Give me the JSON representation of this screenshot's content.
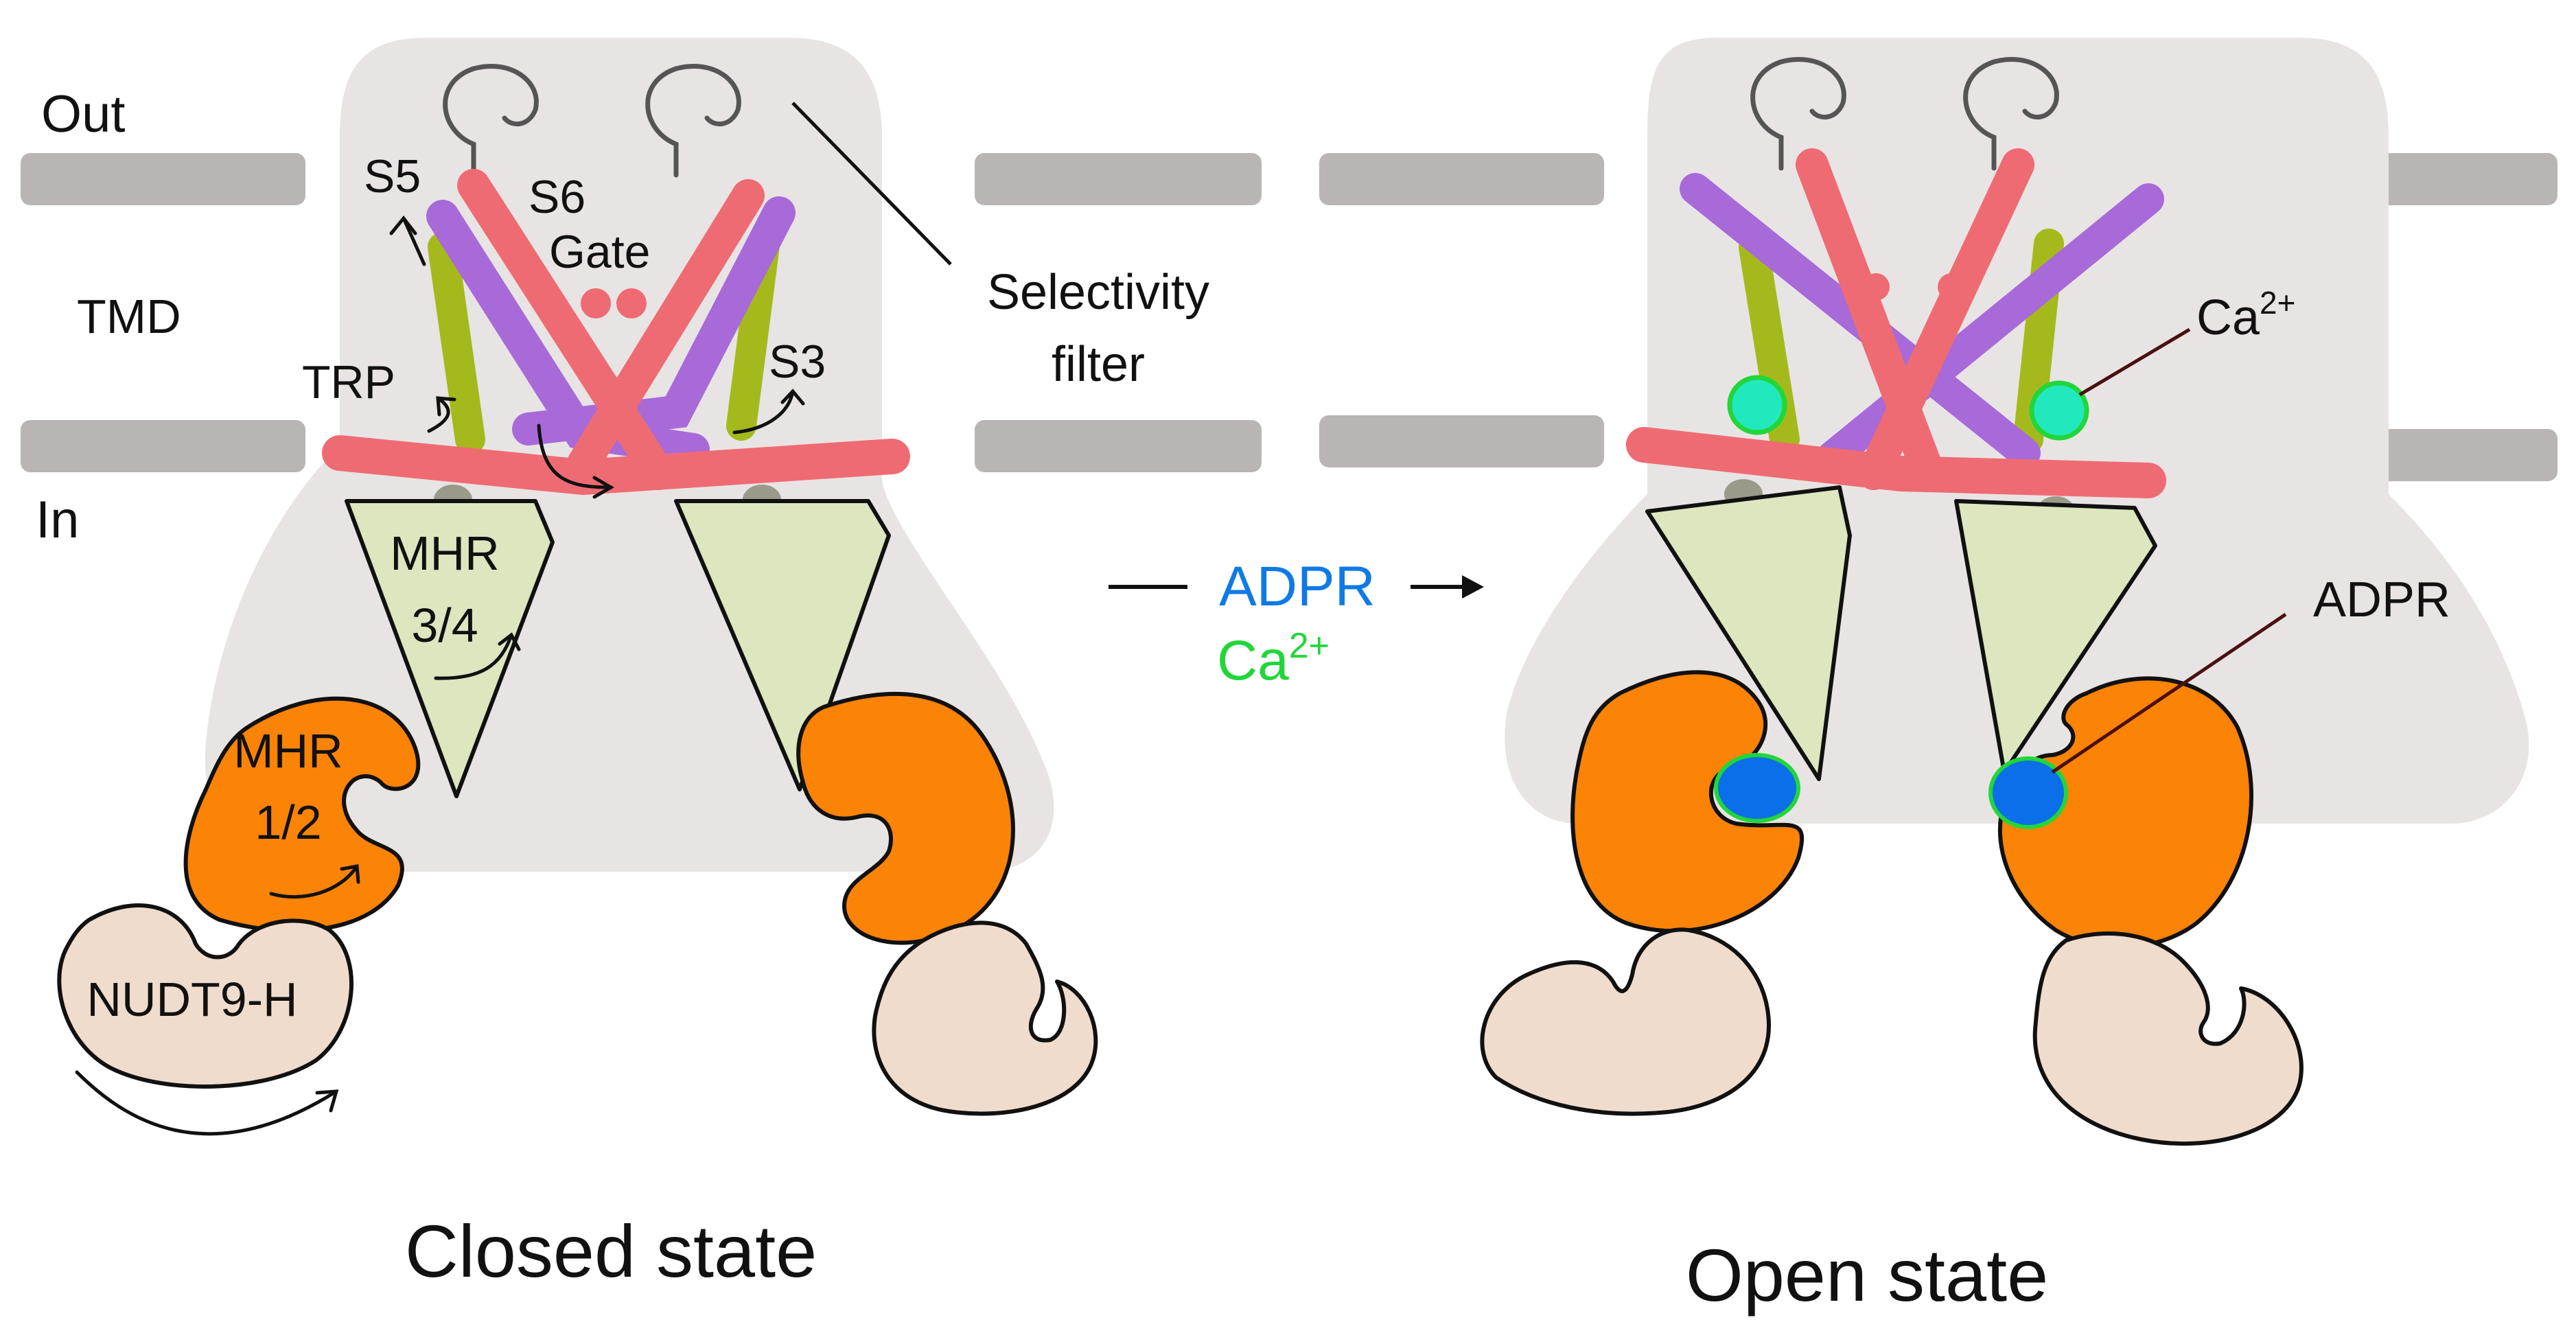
{
  "labels": {
    "out": "Out",
    "tmd": "TMD",
    "in": "In",
    "s5": "S5",
    "s6": "S6",
    "gate": "Gate",
    "trp": "TRP",
    "s3": "S3",
    "selectivity_line1": "Selectivity",
    "selectivity_line2": "filter",
    "mhr34_line1": "MHR",
    "mhr34_line2": "3/4",
    "mhr12_line1": "MHR",
    "mhr12_line2": "1/2",
    "nudt9h": "NUDT9-H",
    "closed_state": "Closed state",
    "open_state": "Open state",
    "transition_adpr": "ADPR",
    "transition_ca": "Ca",
    "transition_ca_sup": "2+",
    "ca_label": "Ca",
    "ca_label_sup": "2+",
    "adpr_label": "ADPR"
  },
  "colors": {
    "membrane": "#b9b5b5",
    "envelope": "#e8e4e4",
    "s6_helix": "#ef6b73",
    "s5_helix": "#a86ad8",
    "s3_helix": "#a6b91c",
    "mhr34": "#dde6bf",
    "mhr12": "#fb8306",
    "nudt9h": "#f0dccd",
    "adpr_text": "#0f7ae5",
    "ca_text": "#22d63a",
    "ca_ion": "#22e8be",
    "adpr_ligand": "#0a6fe8",
    "pointer": "#4a1010"
  }
}
